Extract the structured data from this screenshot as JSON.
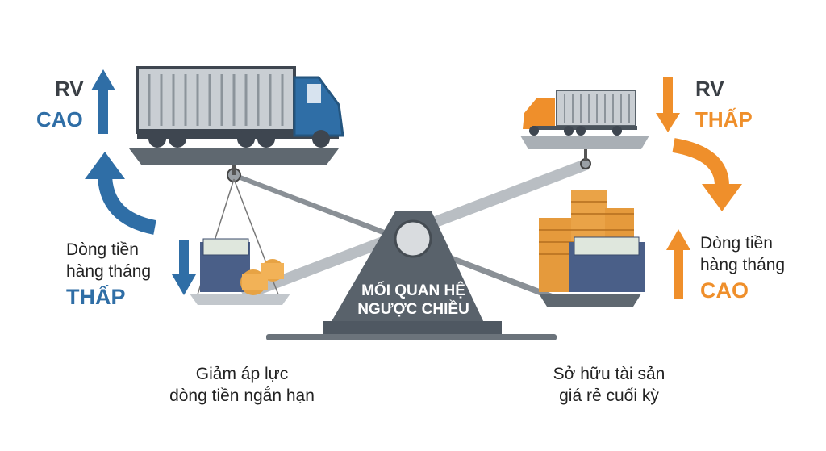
{
  "left": {
    "rv_label": "RV",
    "rv_level": "CAO",
    "cashflow_line1": "Dòng tiền",
    "cashflow_line2": "hàng tháng",
    "cashflow_level": "THẤP",
    "caption_line1": "Giảm áp lực",
    "caption_line2": "dòng tiền ngắn hạn"
  },
  "right": {
    "rv_label": "RV",
    "rv_level": "THẤP",
    "cashflow_line1": "Dòng tiền",
    "cashflow_line2": "hàng tháng",
    "cashflow_level": "CAO",
    "caption_line1": "Sở hữu tài sản",
    "caption_line2": "giá rẻ cuối kỳ"
  },
  "center": {
    "line1": "MỐI QUAN HỆ",
    "line2": "NGƯỢC CHIỀU"
  },
  "colors": {
    "blue": "#2f6ea6",
    "orange": "#ef8f2b",
    "gray": "#4f5862"
  }
}
